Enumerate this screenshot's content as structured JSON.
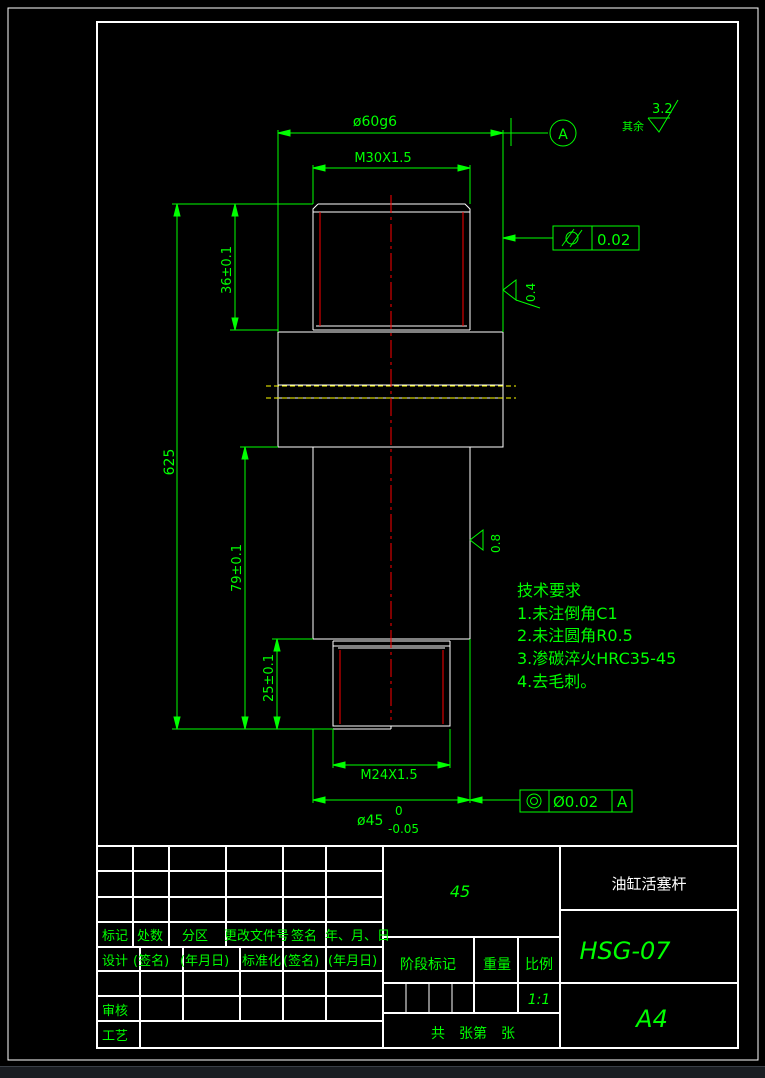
{
  "colors": {
    "background": "#000000",
    "outline": "#ffffff",
    "dimension": "#00ff00",
    "centerline": "#ff0000",
    "hidden_line": "#ffff00",
    "title_text": "#ffffff"
  },
  "dimensions": {
    "top_diameter": "ø60g6",
    "top_thread": "M30X1.5",
    "total_length": "625",
    "top_thread_length": "36±0.1",
    "mid_length": "79±0.1",
    "bottom_thread_length": "25±0.1",
    "bottom_thread": "M24X1.5",
    "bottom_diameter": "ø45",
    "bottom_tol_upper": "0",
    "bottom_tol_lower": "-0.05"
  },
  "datum": {
    "label": "A"
  },
  "tolerances": {
    "cylindricity_value": "0.02",
    "coaxiality_value": "Ø0.02",
    "coaxiality_datum": "A"
  },
  "roughness": {
    "other_label": "其余",
    "other_value": "3.2",
    "top_value": "0.4",
    "mid_value": "0.8"
  },
  "tech_requirements": {
    "title": "技术要求",
    "items": [
      "1.未注倒角C1",
      "2.未注圆角R0.5",
      "3.渗碳淬火HRC35-45",
      "4.去毛刺。"
    ]
  },
  "title_block": {
    "material": "45",
    "part_name": "油缸活塞杆",
    "drawing_no": "HSG-07",
    "paper_size": "A4",
    "scale": "1:1",
    "header": {
      "mark": "标记",
      "count": "处数",
      "zone": "分区",
      "change_doc": "更改文件号",
      "sign": "签名",
      "date": "年、月、日"
    },
    "row_design": {
      "design": "设计",
      "sign": "(签名)",
      "date": "(年月日)",
      "standardize": "标准化",
      "sign2": "(签名)",
      "date2": "(年月日)"
    },
    "review": "审核",
    "process": "工艺",
    "stage_mark": "阶段标记",
    "weight": "重量",
    "ratio": "比例",
    "sheets": "共　张第　张"
  }
}
